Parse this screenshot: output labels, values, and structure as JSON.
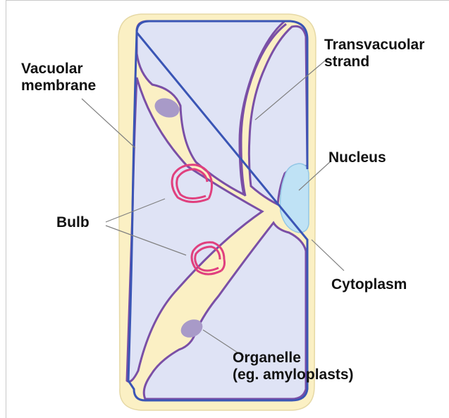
{
  "labels": {
    "vacuolar_membrane": [
      "Vacuolar",
      "membrane"
    ],
    "transvacuolar_strand": [
      "Transvacuolar",
      "strand"
    ],
    "nucleus": "Nucleus",
    "bulb": "Bulb",
    "cytoplasm": "Cytoplasm",
    "organelle": [
      "Organelle",
      "(eg. amyloplasts)"
    ]
  },
  "colors": {
    "cytoplasm_fill": "#fbf0c4",
    "cell_wall_stroke": "#e6d9a6",
    "vacuole_fill": "#dfe3f5",
    "vacuolar_membrane": "#7a4fa6",
    "plasma_membrane": "#3a55b5",
    "nucleus_fill": "#bfe2f5",
    "organelle_fill": "#a89ac8",
    "bulb_stroke": "#e0407e",
    "leader_line": "#808080",
    "label_text": "#111111"
  }
}
